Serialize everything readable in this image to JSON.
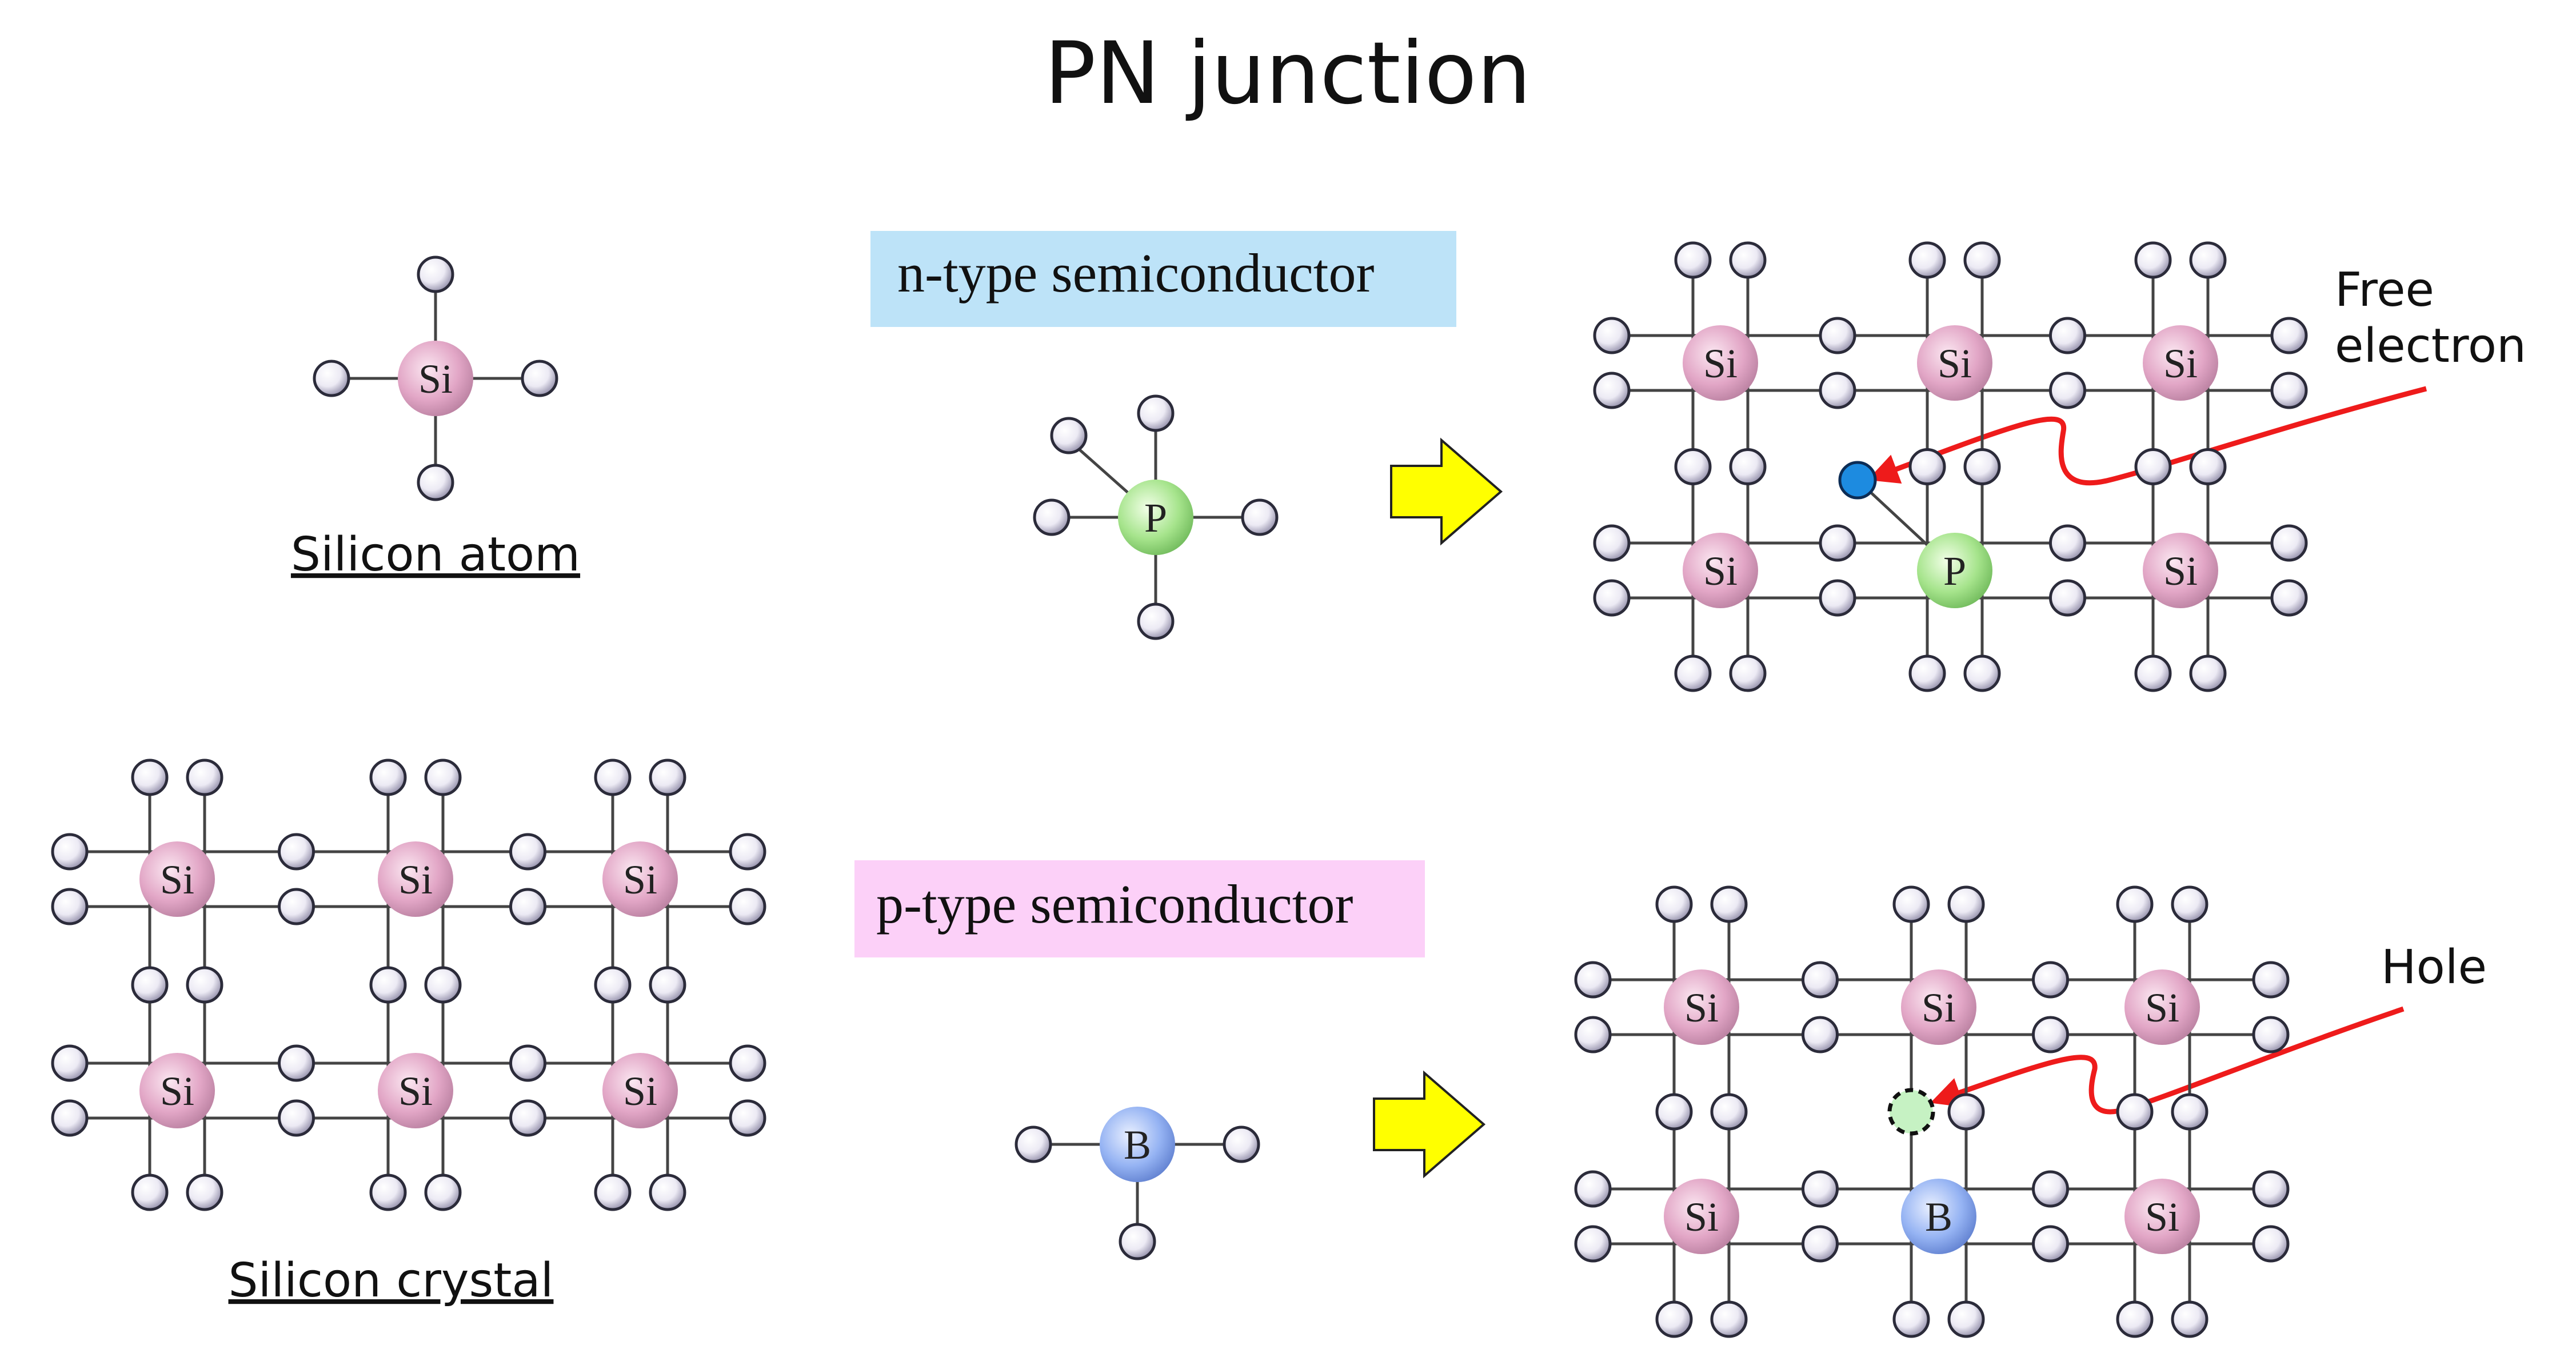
{
  "title": "PN junction",
  "silicon_atom": {
    "center_label": "Si",
    "caption": "Silicon atom"
  },
  "silicon_crystal": {
    "caption": "Silicon crystal",
    "grid": [
      [
        "Si",
        "Si",
        "Si"
      ],
      [
        "Si",
        "Si",
        "Si"
      ]
    ]
  },
  "n_type": {
    "banner": "n-type semiconductor",
    "dopant_label": "P",
    "crystal_grid": [
      [
        "Si",
        "Si",
        "Si"
      ],
      [
        "Si",
        "P",
        "Si"
      ]
    ],
    "callout": "Free\nelectron"
  },
  "p_type": {
    "banner": "p-type semiconductor",
    "dopant_label": "B",
    "crystal_grid": [
      [
        "Si",
        "Si",
        "Si"
      ],
      [
        "Si",
        "B",
        "Si"
      ]
    ],
    "callout": "Hole"
  },
  "colors": {
    "n_banner": "#bde3f8",
    "p_banner": "#fcd0f8",
    "si_atom": "#e2a6c6",
    "p_atom": "#a6e48c",
    "b_atom": "#95b3f3",
    "electron": "#1d8be0",
    "hole": "#c6f2c3",
    "arrow_block": "#ffff00",
    "callout_arrow": "#ee1b1b",
    "bond_line": "#444444"
  }
}
